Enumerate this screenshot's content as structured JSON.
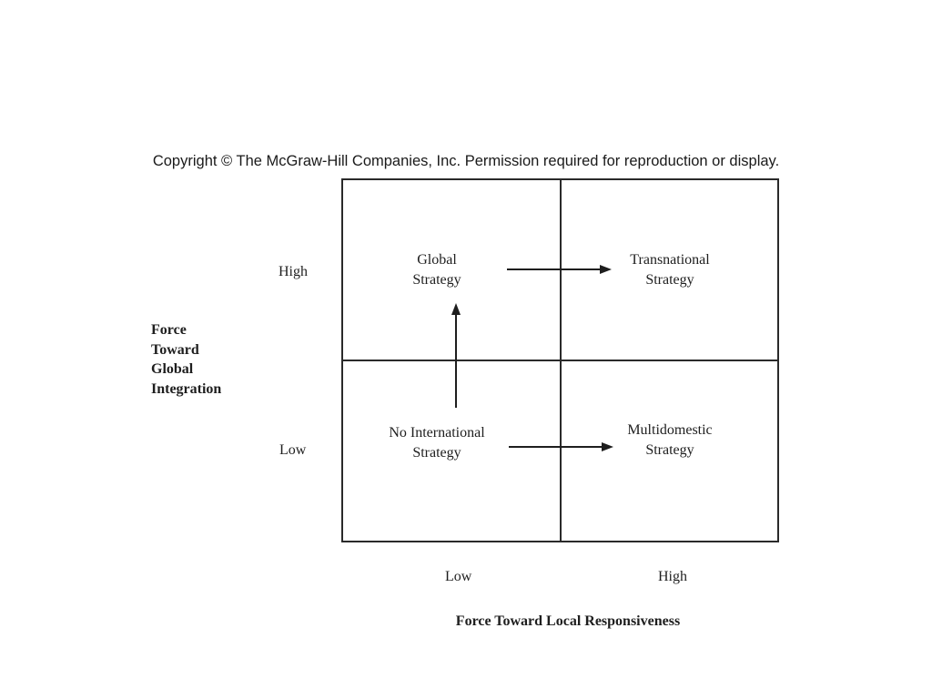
{
  "copyright": "Copyright © The McGraw-Hill Companies, Inc. Permission required for reproduction or display.",
  "y_axis": {
    "label": "Force\nToward\nGlobal\nIntegration",
    "ticks": {
      "high": "High",
      "low": "Low"
    }
  },
  "x_axis": {
    "label": "Force Toward Local Responsiveness",
    "ticks": {
      "low": "Low",
      "high": "High"
    }
  },
  "quadrants": {
    "top_left": "Global\nStrategy",
    "top_right": "Transnational\nStrategy",
    "bottom_left": "No International\nStrategy",
    "bottom_right": "Multidomestic\nStrategy"
  },
  "arrows": [
    {
      "from": "bottom_left",
      "to": "top_left"
    },
    {
      "from": "top_left",
      "to": "top_right"
    },
    {
      "from": "bottom_left",
      "to": "bottom_right"
    }
  ]
}
